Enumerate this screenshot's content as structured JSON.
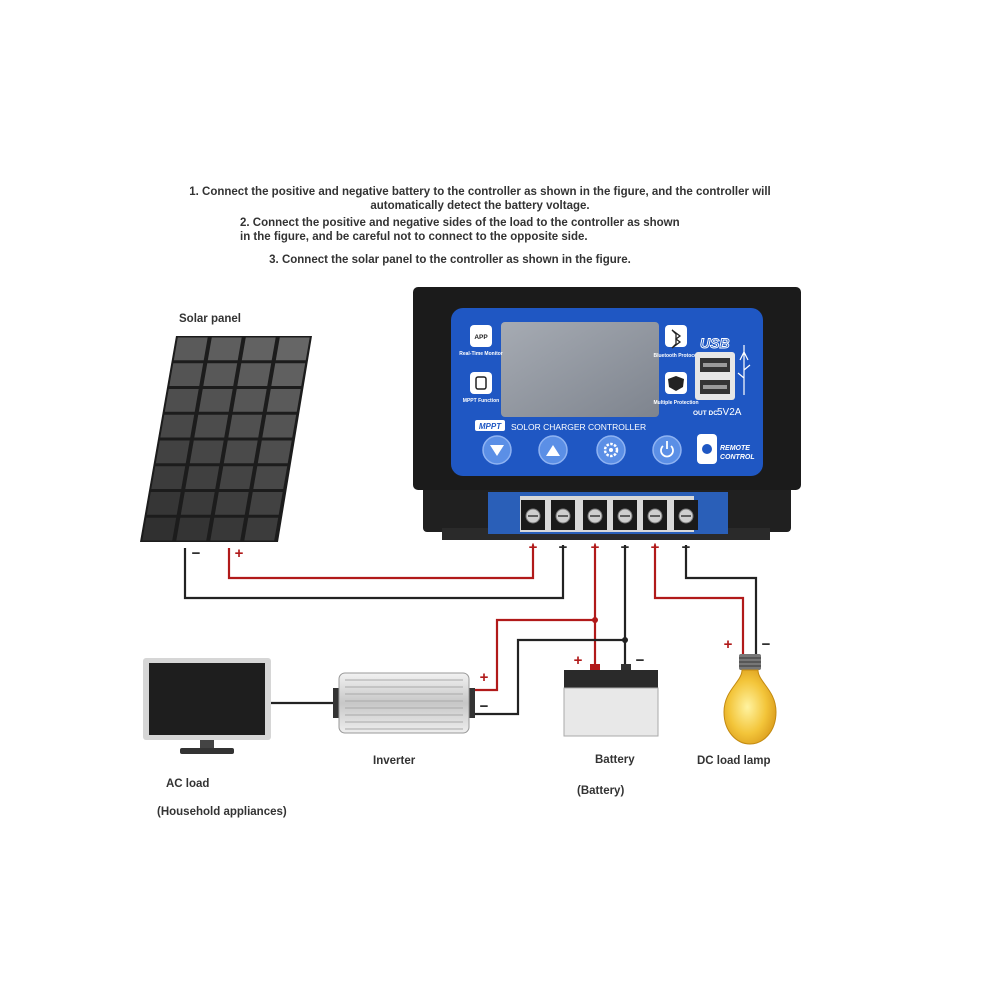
{
  "instructions": {
    "step1_line1": "1. Connect the positive and negative battery to the controller as shown in the figure, and the controller will",
    "step1_line2": "automatically detect the battery voltage.",
    "step2_line1": "2. Connect the positive and negative sides of the load to the controller as shown",
    "step2_line2": "in the figure, and be careful not to connect to the opposite side.",
    "step3": "3. Connect the solar panel to the controller as shown in the figure."
  },
  "labels": {
    "solar_panel": "Solar panel",
    "ac_load": "AC load",
    "household": "(Household appliances)",
    "inverter": "Inverter",
    "battery": "Battery",
    "battery_paren": "(Battery)",
    "dc_lamp": "DC load lamp"
  },
  "controller": {
    "app_label": "APP",
    "real_time_label": "Real-Time Monitor",
    "mppt_fn_label": "MPPT Function",
    "bt_label": "Bluetooth Protocol",
    "multi_label": "Multiple Protection",
    "usb_label": "USB",
    "out_label": "OUT DC",
    "out_value": "5V2A",
    "mppt_badge": "MPPT",
    "title": "SOLOR CHARGER CONTROLLER",
    "remote_line1": "REMOTE",
    "remote_line2": "CONTROL"
  },
  "signs": {
    "plus": "+",
    "minus": "−"
  },
  "colors": {
    "positive_wire": "#b11a1a",
    "negative_wire": "#222222",
    "controller_blue": "#1f57c3",
    "controller_body": "#1b1b1b",
    "lcd": "#8e949e"
  }
}
